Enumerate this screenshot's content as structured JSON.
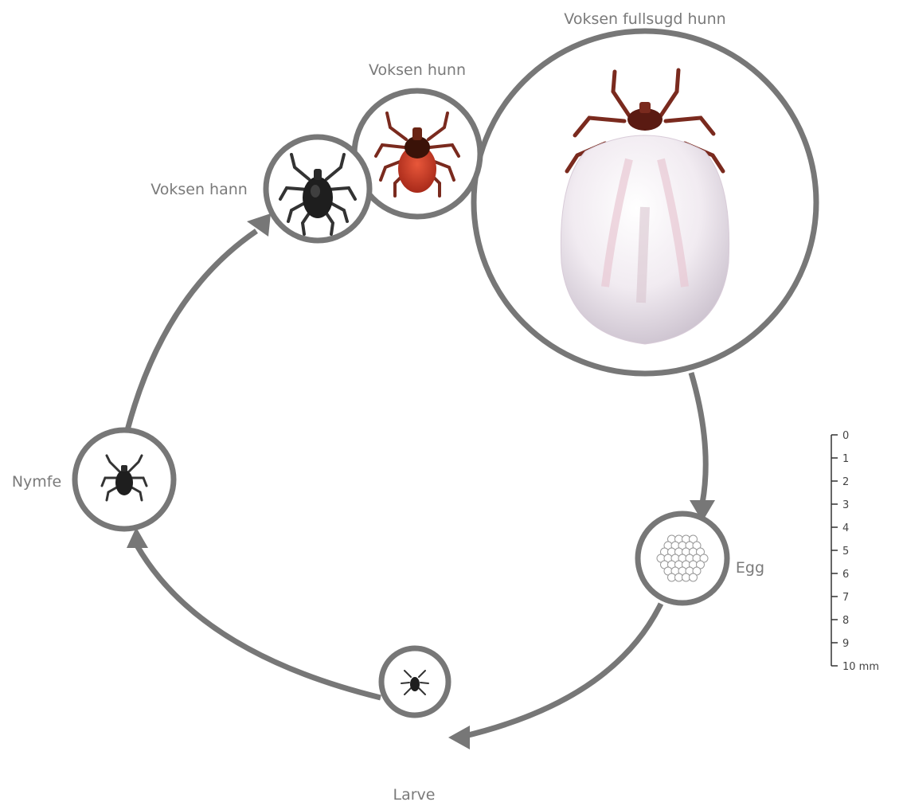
{
  "stages": {
    "adult_female_engorged": "Voksen fullsugd hunn",
    "adult_female": "Voksen hunn",
    "adult_male": "Voksen hann",
    "nymph": "Nymfe",
    "egg": "Egg",
    "larva": "Larve"
  },
  "scale": {
    "ticks": [
      "0",
      "1",
      "2",
      "3",
      "4",
      "5",
      "6",
      "7",
      "8",
      "9",
      "10 mm"
    ]
  },
  "colors": {
    "ring": "#777777",
    "label": "#7a7a7a",
    "tick_dark": "#222222",
    "tick_female_body": "#d9452c",
    "tick_legs": "#7a2a1e",
    "engorged_body": "#efe7ee"
  }
}
